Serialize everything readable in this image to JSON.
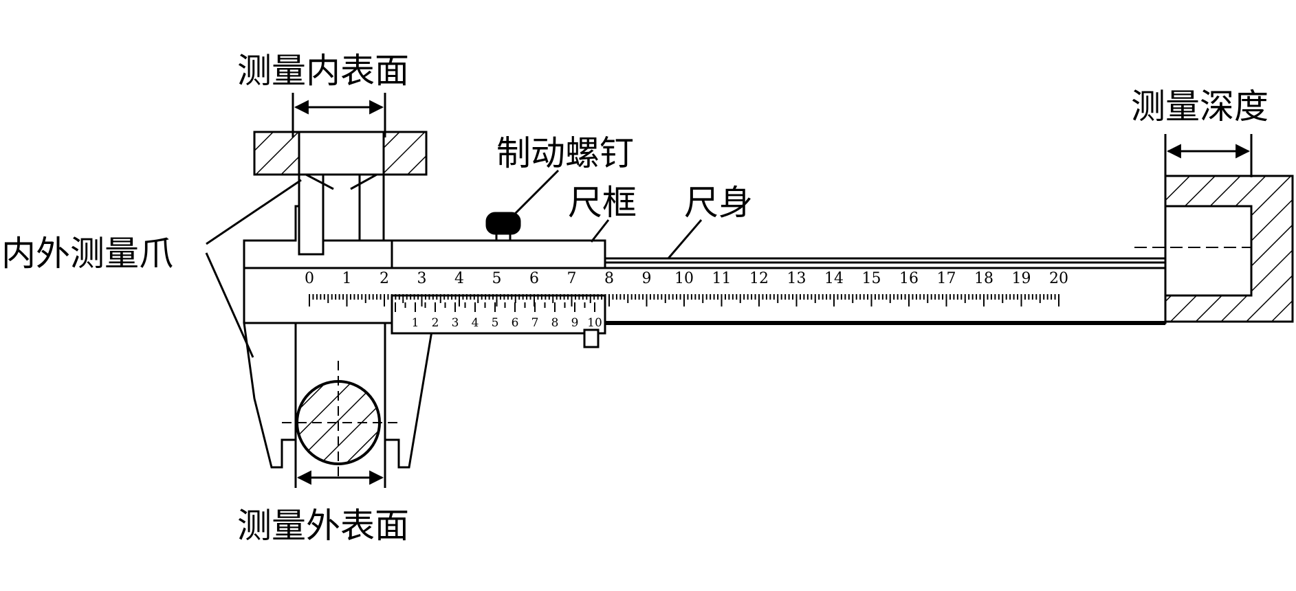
{
  "labels": {
    "inner_surface": "测量内表面",
    "outer_surface": "测量外表面",
    "depth": "测量深度",
    "jaws": "内外测量爪",
    "lock_screw": "制动螺钉",
    "frame": "尺框",
    "body": "尺身"
  },
  "main_scale": {
    "numbers": [
      "0",
      "1",
      "2",
      "3",
      "4",
      "5",
      "6",
      "7",
      "8",
      "9",
      "10",
      "11",
      "12",
      "13",
      "14",
      "15",
      "16",
      "17",
      "18",
      "19",
      "20"
    ],
    "minor_ticks_per_unit": 10
  },
  "vernier_scale": {
    "numbers": [
      "1",
      "2",
      "3",
      "4",
      "5",
      "6",
      "7",
      "8",
      "9",
      "10"
    ],
    "divisions": 10
  },
  "colors": {
    "ink": "#000000",
    "paper": "#ffffff"
  }
}
